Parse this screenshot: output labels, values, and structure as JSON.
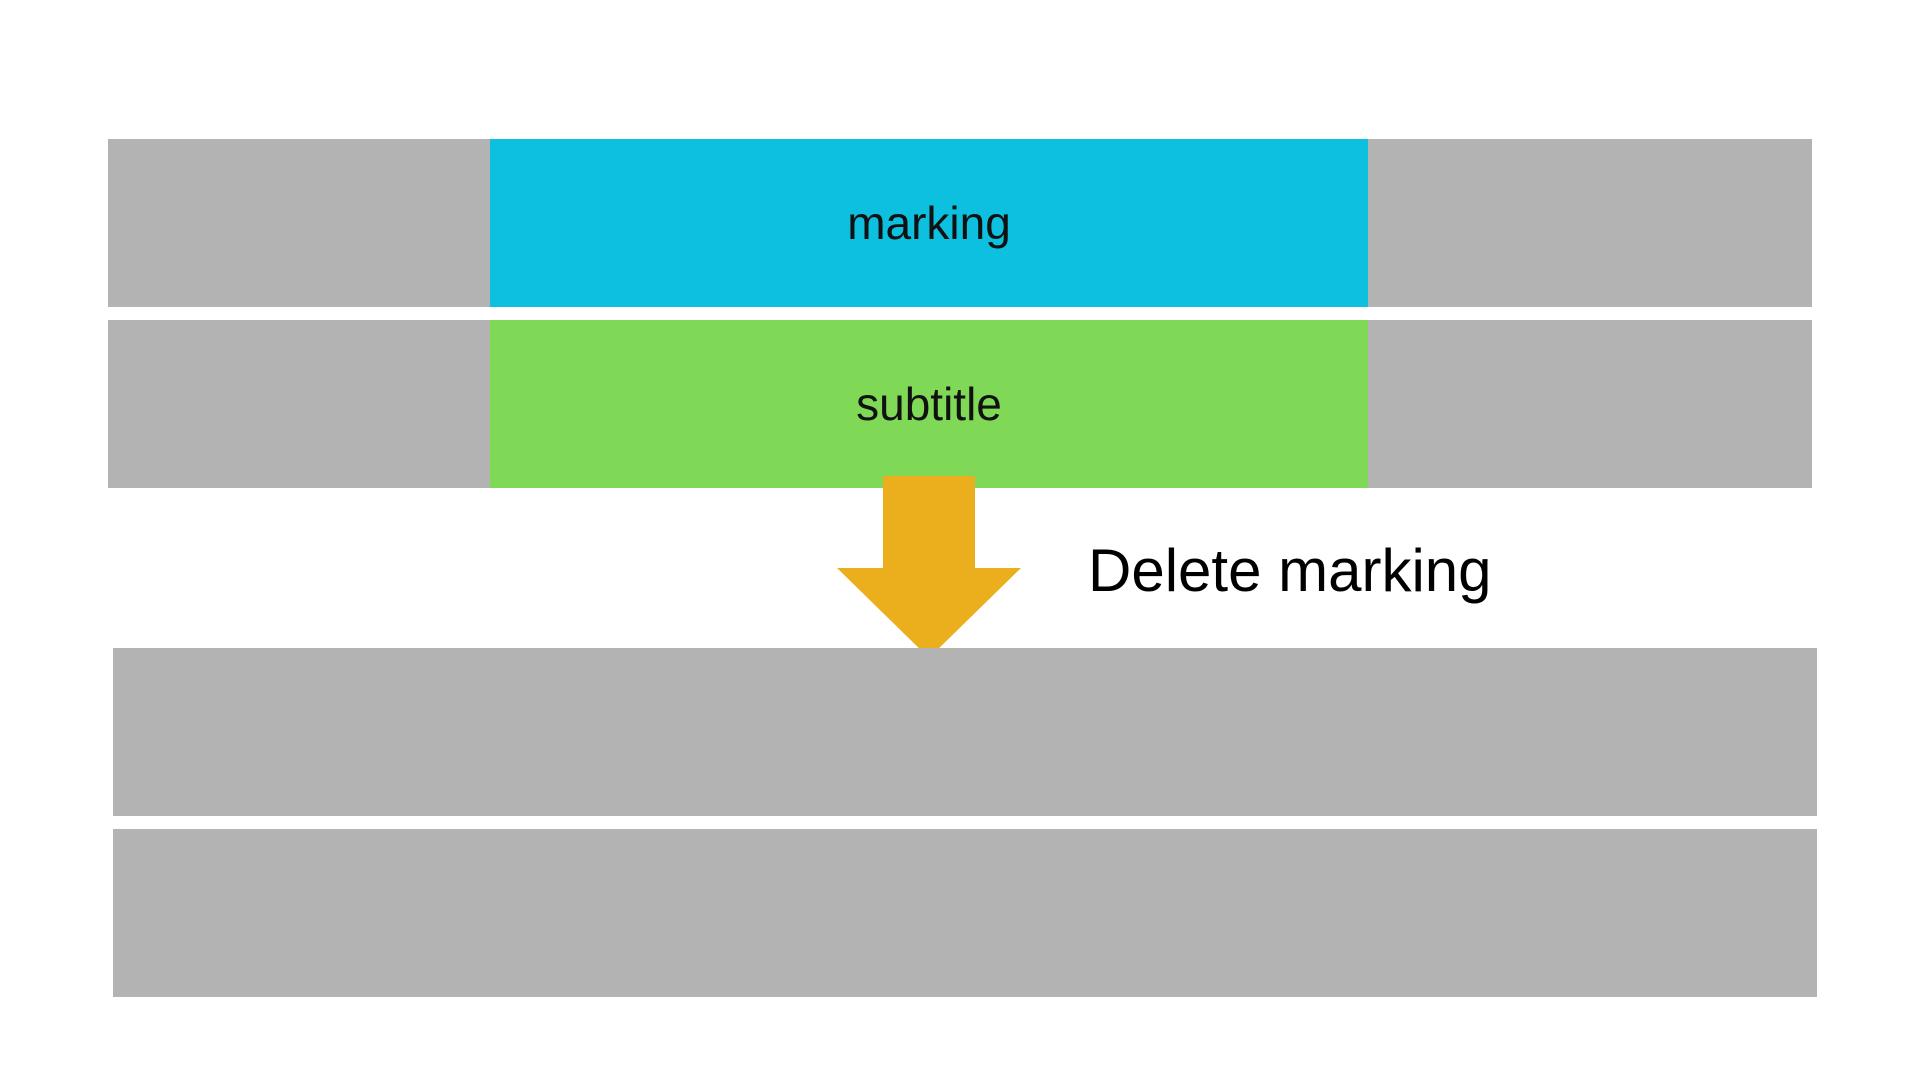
{
  "before": {
    "tracks": [
      {
        "segment_label": "marking",
        "segment_color": "#0ec0e0"
      },
      {
        "segment_label": "subtitle",
        "segment_color": "#7fd957"
      }
    ],
    "track_color": "#b3b3b3"
  },
  "action": {
    "label": "Delete marking",
    "arrow_icon": "arrow-down-icon",
    "arrow_color": "#ebaf1e"
  },
  "after": {
    "tracks": [
      {
        "segment_label": ""
      },
      {
        "segment_label": ""
      }
    ],
    "track_color": "#b3b3b3"
  }
}
